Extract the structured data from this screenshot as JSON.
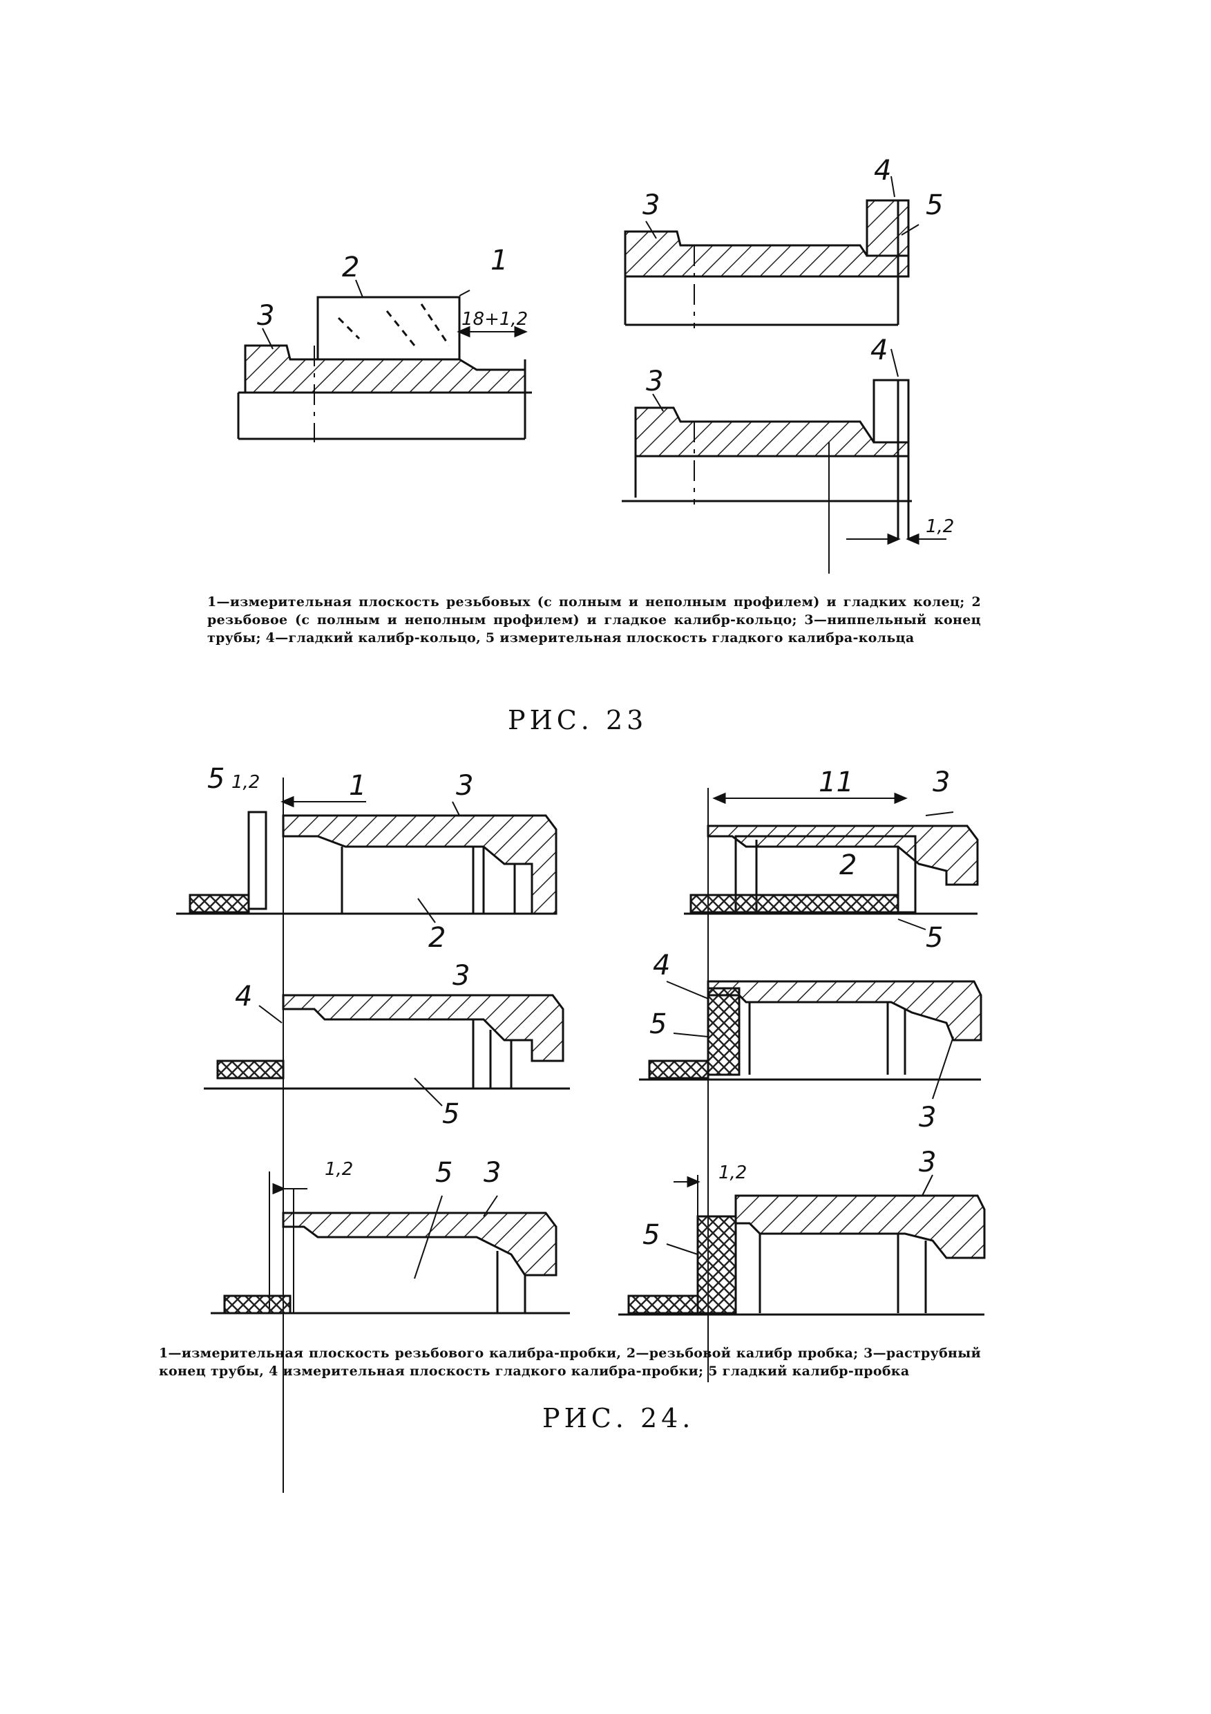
{
  "fig23": {
    "title": "РИС. 23",
    "caption": "1—измерительная плоскость резьбовых (с полным и неполным профилем) и гладких колец; 2 резьбовое (с полным и неполным профилем) и гладкое калибр-кольцо; 3—ниппельный конец трубы; 4—гладкий калибр-кольцо, 5 измерительная плоскость гладкого калибра-кольца",
    "labels": {
      "l1": "1",
      "l2": "2",
      "l3": "3",
      "dim": "18+1,2",
      "r3a": "3",
      "r4a": "4",
      "r5a": "5",
      "r3b": "3",
      "r4b": "4",
      "dimb": "1,2"
    }
  },
  "fig24": {
    "title": "РИС. 24.",
    "caption": "1—измерительная плоскость резьбового калибра-пробки, 2—резьбовой калибр пробка; 3—раструбный конец трубы, 4 измерительная плоскость гладкого калибра-пробки; 5 гладкий калибр-пробка",
    "labels": {
      "a5": "5",
      "a12": "1,2",
      "a1": "1",
      "a3": "3",
      "a2": "2",
      "b3": "3",
      "b4": "4",
      "b5": "5",
      "c12": "1,2",
      "c5": "5",
      "c3": "3",
      "d11": "11",
      "d3": "3",
      "d2": "2",
      "d5": "5",
      "e4": "4",
      "e5": "5",
      "e3": "3",
      "f12": "1,2",
      "f3": "3",
      "f5": "5"
    }
  }
}
